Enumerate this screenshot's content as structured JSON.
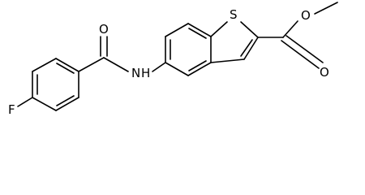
{
  "molecule": {
    "atoms": {
      "fluorine": "F",
      "amide_nitrogen": "N",
      "amide_hydrogen": "H",
      "amide_oxygen": "O",
      "sulfur": "S",
      "ester_carbonyl_oxygen": "O",
      "ester_ether_oxygen": "O"
    }
  },
  "colors": {
    "bond": "#000000",
    "label": "#000000",
    "background": "#ffffff"
  }
}
